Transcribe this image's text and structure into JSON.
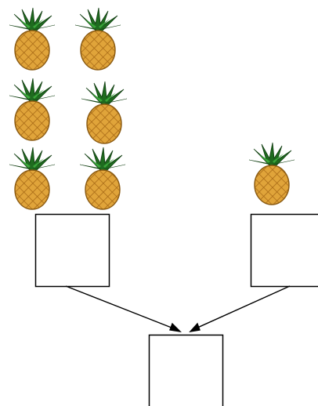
{
  "colors": {
    "leaf_dark": "#1f6b1f",
    "leaf_light": "#3aa63a",
    "fruit": "#e0a43a",
    "fruit_outline": "#8a5a12",
    "fruit_pattern": "#a86a16",
    "line": "#000000"
  },
  "groups": [
    {
      "name": "left-group",
      "pineapple_count": 6
    },
    {
      "name": "right-group",
      "pineapple_count": 1
    }
  ],
  "boxes": [
    {
      "name": "left-count-box",
      "value": ""
    },
    {
      "name": "right-count-box",
      "value": ""
    },
    {
      "name": "total-count-box",
      "value": ""
    }
  ],
  "icon": "pineapple-icon"
}
